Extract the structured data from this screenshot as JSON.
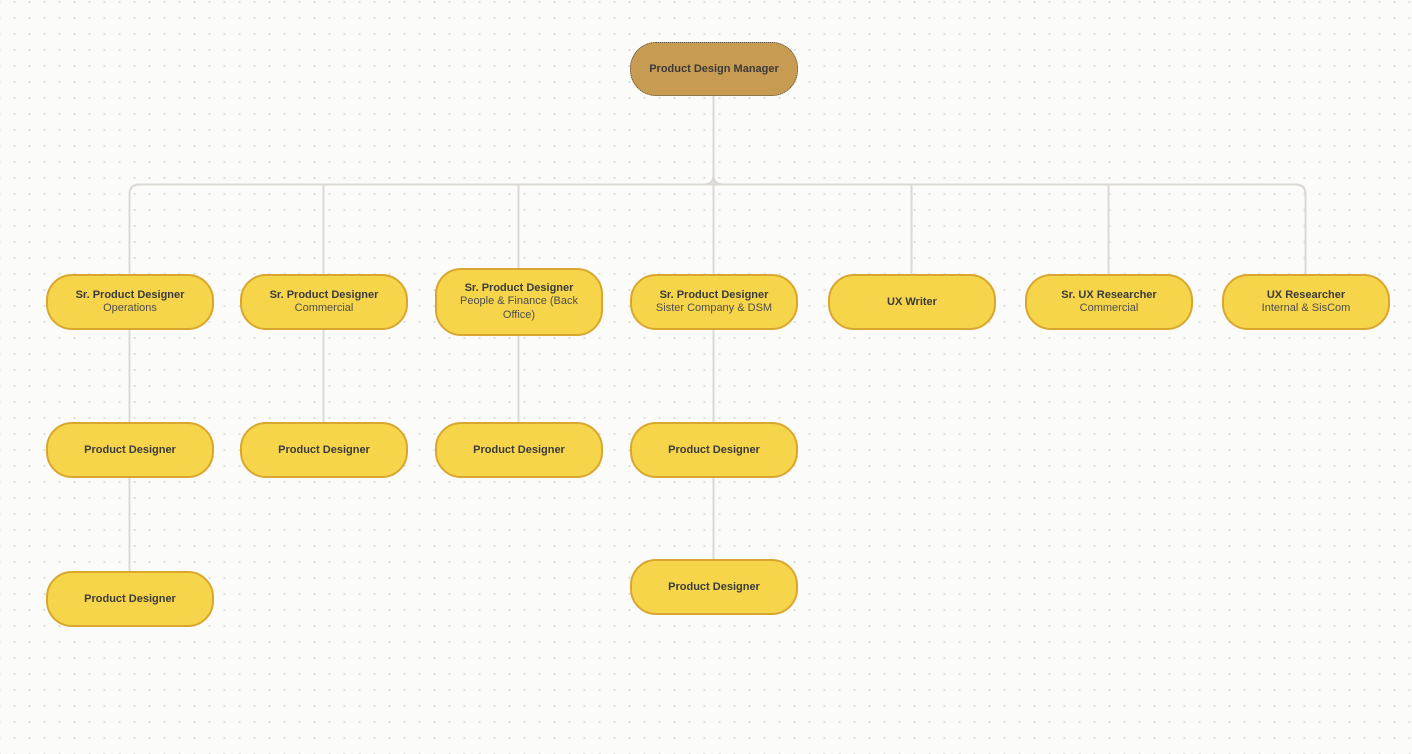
{
  "diagram": {
    "type": "org-chart",
    "theme": "yellow",
    "colors": {
      "node_fill": "#F6D54A",
      "node_border": "#D9A730",
      "manager_fill": "#C89B52",
      "manager_border": "#55524A",
      "connector": "#DCD8D2",
      "background": "#FBFBF9",
      "dot_grid": "#DEDEDB",
      "text": "#3B3B3B"
    }
  },
  "nodes": [
    {
      "title": "Product Design Manager",
      "level": 1
    },
    {
      "title": "Sr. Product Designer",
      "subtitle": "Operations",
      "level": 2
    },
    {
      "title": "Sr. Product Designer",
      "subtitle": "Commercial",
      "level": 2
    },
    {
      "title": "Sr. Product Designer",
      "subtitle": "People & Finance (Back Office)",
      "level": 2
    },
    {
      "title": "Sr. Product Designer",
      "subtitle": "Sister Company & DSM",
      "level": 2
    },
    {
      "title": "UX Writer",
      "level": 2
    },
    {
      "title": "Sr. UX Researcher",
      "subtitle": "Commercial",
      "level": 2
    },
    {
      "title": "UX Researcher",
      "subtitle": "Internal & SisCom",
      "level": 2
    },
    {
      "title": "Product Designer",
      "level": 3
    },
    {
      "title": "Product Designer",
      "level": 3
    },
    {
      "title": "Product Designer",
      "level": 3
    },
    {
      "title": "Product Designer",
      "level": 3
    },
    {
      "title": "Product Designer",
      "level": 4
    },
    {
      "title": "Product Designer",
      "level": 4
    }
  ],
  "hierarchy": {
    "root": "Product Design Manager",
    "children_of_root": [
      "Sr. Product Designer (Operations)",
      "Sr. Product Designer (Commercial)",
      "Sr. Product Designer (People & Finance (Back Office))",
      "Sr. Product Designer (Sister Company & DSM)",
      "UX Writer",
      "Sr. UX Researcher (Commercial)",
      "UX Researcher (Internal & SisCom)"
    ],
    "reports": [
      {
        "parent": "Sr. Product Designer (Operations)",
        "chain": [
          "Product Designer",
          "Product Designer"
        ]
      },
      {
        "parent": "Sr. Product Designer (Commercial)",
        "chain": [
          "Product Designer"
        ]
      },
      {
        "parent": "Sr. Product Designer (People & Finance (Back Office))",
        "chain": [
          "Product Designer"
        ]
      },
      {
        "parent": "Sr. Product Designer (Sister Company & DSM)",
        "chain": [
          "Product Designer",
          "Product Designer"
        ]
      }
    ]
  }
}
